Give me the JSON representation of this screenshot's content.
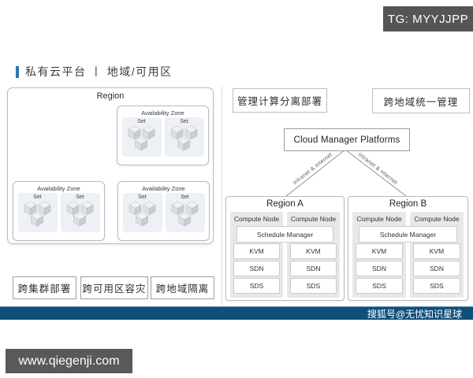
{
  "badge": {
    "tg_label": "TG: MYYJJPP"
  },
  "title": {
    "text": "私有云平台 丨 地域/可用区"
  },
  "left_diagram": {
    "region_label": "Region",
    "az_label": "Availability Zone",
    "set_label": "Set",
    "feature_boxes": [
      "跨集群部署",
      "跨可用区容灾",
      "跨地域隔离"
    ]
  },
  "right_diagram": {
    "top_boxes": [
      "管理计算分离部署",
      "跨地域统一管理"
    ],
    "cloud_manager_label": "Cloud Manager Platforms",
    "link_labels": {
      "left": "intranet & internet",
      "right": "intranet & internet"
    },
    "regions": [
      {
        "name": "Region A",
        "compute_node_label": "Compute Node",
        "schedule_manager": "Schedule Manager",
        "components": [
          "KVM",
          "SDN",
          "SDS"
        ]
      },
      {
        "name": "Region B",
        "compute_node_label": "Compute Node",
        "schedule_manager": "Schedule Manager",
        "components": [
          "KVM",
          "SDN",
          "SDS"
        ]
      }
    ]
  },
  "footer": {
    "watermark_text": "搜狐号@无忧知识星球",
    "site_label": "www.qiegenji.com"
  },
  "colors": {
    "accent_blue": "#2e74b5",
    "watermark_bar_blue": "#0f507b",
    "badge_gray": "#58595b",
    "connector_gray": "#8796a6",
    "panel_gray": "#e6e8ea",
    "set_panel_gray": "#edf0f4"
  }
}
